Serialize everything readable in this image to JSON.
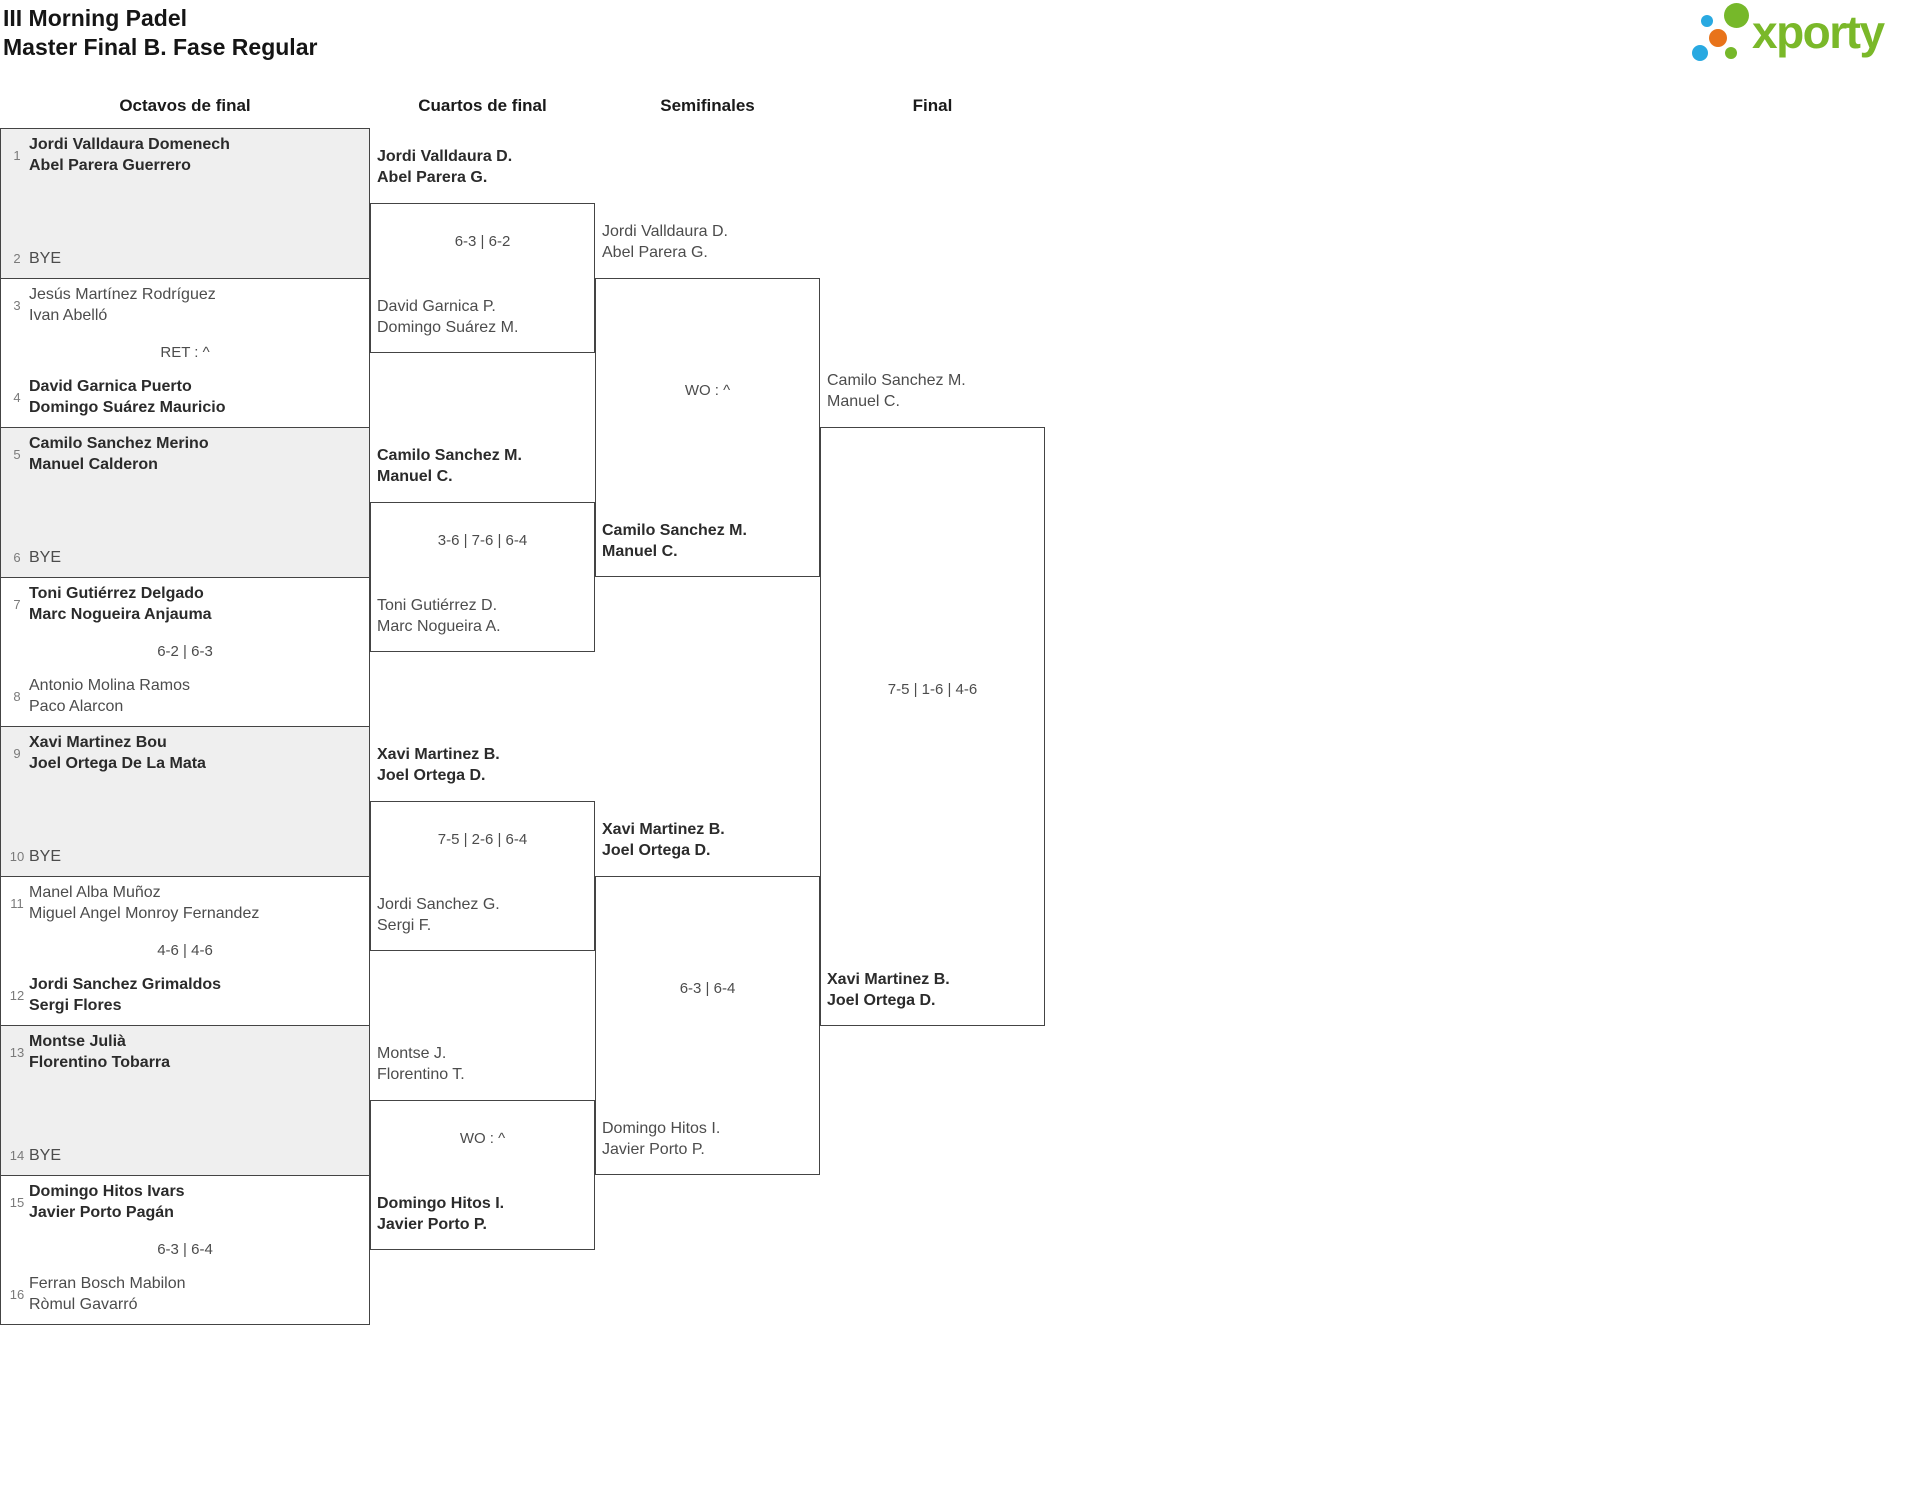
{
  "title": {
    "line1": "III Morning Padel",
    "line2": "Master Final B. Fase Regular"
  },
  "logo": {
    "text": "xporty"
  },
  "colors": {
    "brand_green": "#76b82a",
    "brand_blue": "#29a9e1",
    "brand_orange": "#e8731a",
    "wordmark_green": "#7ab829",
    "box_gray": "#efefef",
    "border": "#444444"
  },
  "columns": [
    {
      "label": "Octavos de final"
    },
    {
      "label": "Cuartos de final"
    },
    {
      "label": "Semifinales"
    },
    {
      "label": "Final"
    }
  ],
  "round16": {
    "slots": [
      {
        "seed": "1",
        "line1": "Jordi Valldaura Domenech",
        "line2": "Abel Parera Guerrero",
        "bold": true
      },
      {
        "seed": "2",
        "line1": "BYE",
        "bold": false
      },
      {
        "seed": "3",
        "line1": "Jesús Martínez Rodríguez",
        "line2": "Ivan Abelló",
        "bold": false
      },
      {
        "seed": "4",
        "line1": "David Garnica Puerto",
        "line2": "Domingo Suárez Mauricio",
        "bold": true
      },
      {
        "seed": "5",
        "line1": "Camilo Sanchez Merino",
        "line2": "Manuel Calderon",
        "bold": true
      },
      {
        "seed": "6",
        "line1": "BYE",
        "bold": false
      },
      {
        "seed": "7",
        "line1": "Toni Gutiérrez Delgado",
        "line2": "Marc Nogueira Anjauma",
        "bold": true
      },
      {
        "seed": "8",
        "line1": "Antonio Molina Ramos",
        "line2": "Paco Alarcon",
        "bold": false
      },
      {
        "seed": "9",
        "line1": "Xavi Martinez Bou",
        "line2": "Joel Ortega De La Mata",
        "bold": true
      },
      {
        "seed": "10",
        "line1": "BYE",
        "bold": false
      },
      {
        "seed": "11",
        "line1": "Manel Alba Muñoz",
        "line2": "Miguel Angel Monroy Fernandez",
        "bold": false
      },
      {
        "seed": "12",
        "line1": "Jordi Sanchez Grimaldos",
        "line2": "Sergi Flores",
        "bold": true
      },
      {
        "seed": "13",
        "line1": "Montse Julià",
        "line2": "Florentino Tobarra",
        "bold": true
      },
      {
        "seed": "14",
        "line1": "BYE",
        "bold": false
      },
      {
        "seed": "15",
        "line1": "Domingo Hitos Ivars",
        "line2": "Javier Porto Pagán",
        "bold": true
      },
      {
        "seed": "16",
        "line1": "Ferran Bosch Mabilon",
        "line2": "Ròmul Gavarró",
        "bold": false
      }
    ],
    "scores": {
      "m2": "RET : ^",
      "m4": "6-2 | 6-3",
      "m6": "4-6 | 4-6",
      "m8": "6-3 | 6-4"
    }
  },
  "quarterfinals": {
    "labels": [
      {
        "line1": "Jordi Valldaura D.",
        "line2": "Abel Parera G.",
        "bold": true
      },
      {
        "line1": "David Garnica P.",
        "line2": "Domingo Suárez M.",
        "bold": false
      },
      {
        "line1": "Camilo Sanchez M.",
        "line2": "Manuel C.",
        "bold": true
      },
      {
        "line1": "Toni Gutiérrez D.",
        "line2": "Marc Nogueira A.",
        "bold": false
      },
      {
        "line1": "Xavi Martinez B.",
        "line2": "Joel Ortega D.",
        "bold": true
      },
      {
        "line1": "Jordi Sanchez G.",
        "line2": "Sergi F.",
        "bold": false
      },
      {
        "line1": "Montse J.",
        "line2": "Florentino T.",
        "bold": false
      },
      {
        "line1": "Domingo Hitos I.",
        "line2": "Javier Porto P.",
        "bold": true
      }
    ],
    "scores": [
      "6-3 | 6-2",
      "3-6 | 7-6 | 6-4",
      "7-5 | 2-6 | 6-4",
      "WO : ^"
    ]
  },
  "semifinals": {
    "labels": [
      {
        "line1": "Jordi Valldaura D.",
        "line2": "Abel Parera G.",
        "bold": false
      },
      {
        "line1": "Camilo Sanchez M.",
        "line2": "Manuel C.",
        "bold": true
      },
      {
        "line1": "Xavi Martinez B.",
        "line2": "Joel Ortega D.",
        "bold": true
      },
      {
        "line1": "Domingo Hitos I.",
        "line2": "Javier Porto P.",
        "bold": false
      }
    ],
    "scores": [
      "WO : ^",
      "6-3 | 6-4"
    ]
  },
  "final": {
    "labels": [
      {
        "line1": "Camilo Sanchez M.",
        "line2": "Manuel C.",
        "bold": false
      },
      {
        "line1": "Xavi Martinez B.",
        "line2": "Joel Ortega D.",
        "bold": true
      }
    ],
    "score": "7-5 | 1-6 | 4-6"
  }
}
